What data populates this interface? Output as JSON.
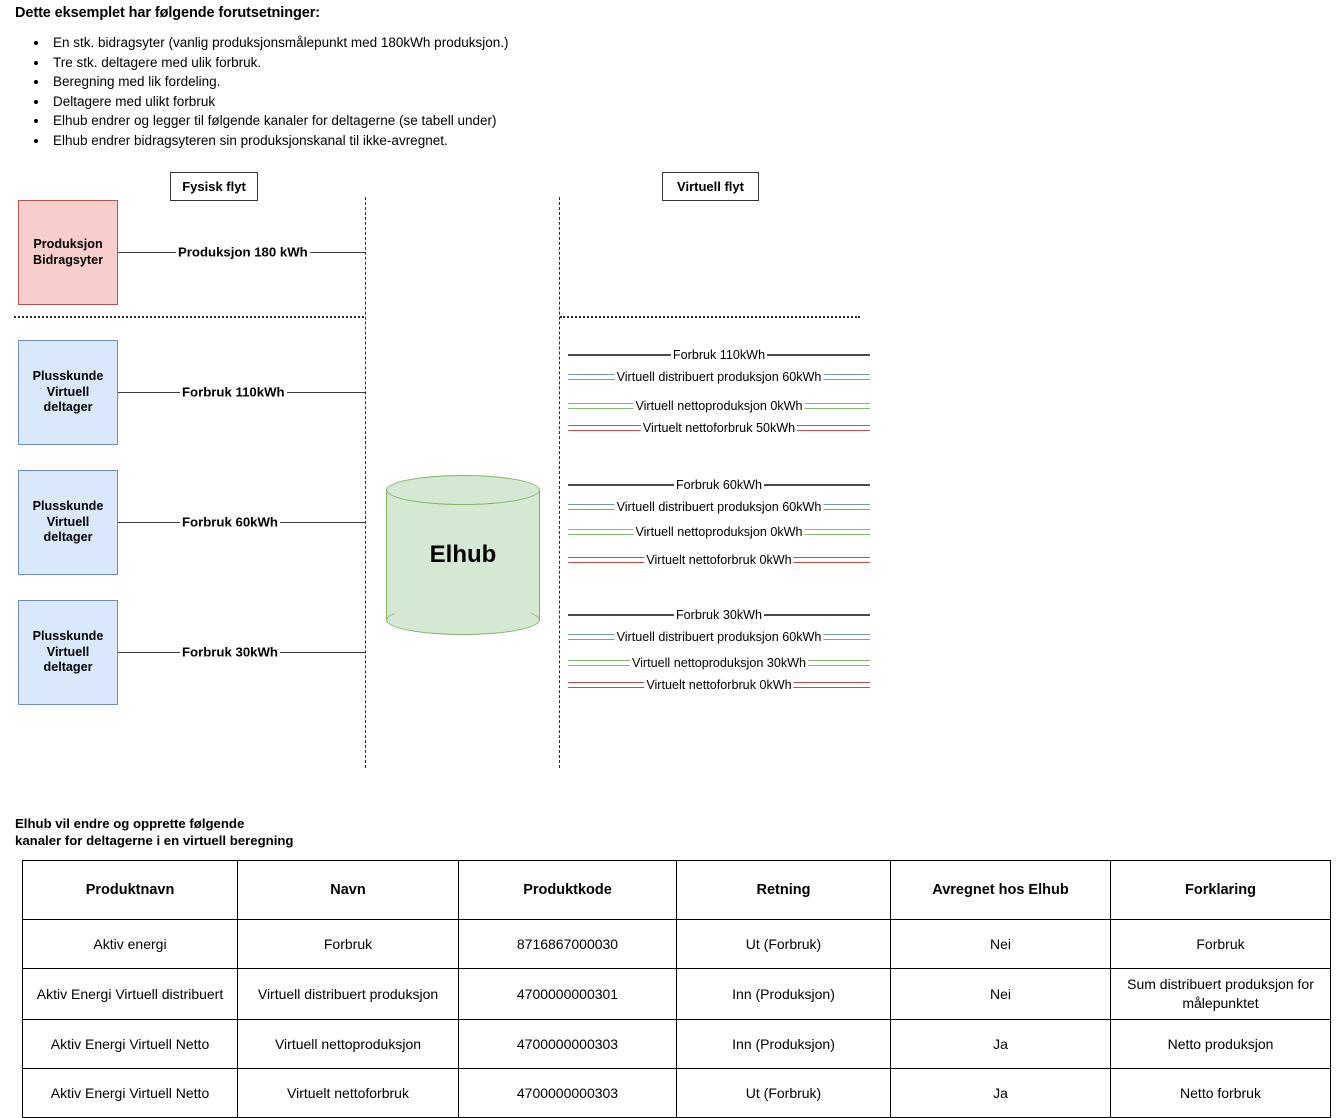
{
  "intro": {
    "heading": "Dette eksemplet har følgende forutsetninger:",
    "bullets": [
      "En stk. bidragsyter (vanlig produksjonsmålepunkt med 180kWh produksjon.)",
      "Tre stk. deltagere med ulik forbruk.",
      "Beregning med lik fordeling.",
      "Deltagere med ulikt forbruk",
      "Elhub endrer og legger til følgende kanaler for deltagerne (se tabell under)",
      "Elhub endrer bidragsyteren sin produksjonskanal til ikke-avregnet."
    ]
  },
  "diagram": {
    "physical_flow_title": "Fysisk flyt",
    "virtual_flow_title": "Virtuell flyt",
    "hub_label": "Elhub",
    "nodes": [
      {
        "label": "Produksjon\nBidragsyter",
        "type": "production",
        "fill": "#f8cecc",
        "stroke": "#b85450"
      },
      {
        "label": "Plusskunde\nVirtuell\ndeltager",
        "type": "participant",
        "fill": "#dae8fc",
        "stroke": "#6c8ebf"
      },
      {
        "label": "Plusskunde\nVirtuell\ndeltager",
        "type": "participant",
        "fill": "#dae8fc",
        "stroke": "#6c8ebf"
      },
      {
        "label": "Plusskunde\nVirtuell\ndeltager",
        "type": "participant",
        "fill": "#dae8fc",
        "stroke": "#6c8ebf"
      }
    ],
    "physical_wires": [
      {
        "label": "Produksjon 180 kWh"
      },
      {
        "label": "Forbruk 110kWh"
      },
      {
        "label": "Forbruk 60kWh"
      },
      {
        "label": "Forbruk 30kWh"
      }
    ],
    "virtual_groups": [
      {
        "lines": [
          {
            "label": "Forbruk 110kWh",
            "style": "single",
            "color": "#4a4a4a"
          },
          {
            "label": "Virtuell distribuert produksjon 60kWh",
            "style": "double",
            "color": "#7396c8"
          },
          {
            "label": "Virtuell nettoproduksjon 0kWh",
            "style": "double",
            "color": "#86b874"
          },
          {
            "label": "Virtuelt nettoforbruk 50kWh",
            "style": "double",
            "color": "#c0504d"
          }
        ]
      },
      {
        "lines": [
          {
            "label": "Forbruk 60kWh",
            "style": "single",
            "color": "#4a4a4a"
          },
          {
            "label": "Virtuell distribuert produksjon 60kWh",
            "style": "double",
            "color": "#7396c8"
          },
          {
            "label": "Virtuell nettoproduksjon 0kWh",
            "style": "double",
            "color": "#86b874"
          },
          {
            "label": "Virtuelt nettoforbruk 0kWh",
            "style": "double",
            "color": "#c0504d"
          }
        ]
      },
      {
        "lines": [
          {
            "label": "Forbruk 30kWh",
            "style": "single",
            "color": "#4a4a4a"
          },
          {
            "label": "Virtuell distribuert produksjon 60kWh",
            "style": "double",
            "color": "#7396c8"
          },
          {
            "label": "Virtuell nettoproduksjon 30kWh",
            "style": "double",
            "color": "#86b874"
          },
          {
            "label": "Virtuelt nettoforbruk 0kWh",
            "style": "double",
            "color": "#c0504d"
          }
        ]
      }
    ]
  },
  "table_section": {
    "caption_line1": "Elhub vil endre og opprette følgende",
    "caption_line2": "kanaler for deltagerne i en virtuell beregning",
    "headers": [
      "Produktnavn",
      "Navn",
      "Produktkode",
      "Retning",
      "Avregnet hos Elhub",
      "Forklaring"
    ],
    "rows": [
      [
        "Aktiv energi",
        "Forbruk",
        "8716867000030",
        "Ut (Forbruk)",
        "Nei",
        "Forbruk"
      ],
      [
        "Aktiv Energi Virtuell distribuert",
        "Virtuell distribuert produksjon",
        "4700000000301",
        "Inn (Produksjon)",
        "Nei",
        "Sum distribuert produksjon for målepunktet"
      ],
      [
        "Aktiv Energi Virtuell Netto",
        "Virtuell nettoproduksjon",
        "4700000000303",
        "Inn (Produksjon)",
        "Ja",
        "Netto produksjon"
      ],
      [
        "Aktiv Energi Virtuell Netto",
        "Virtuelt nettoforbruk",
        "4700000000303",
        "Ut (Forbruk)",
        "Ja",
        "Netto forbruk"
      ]
    ]
  }
}
